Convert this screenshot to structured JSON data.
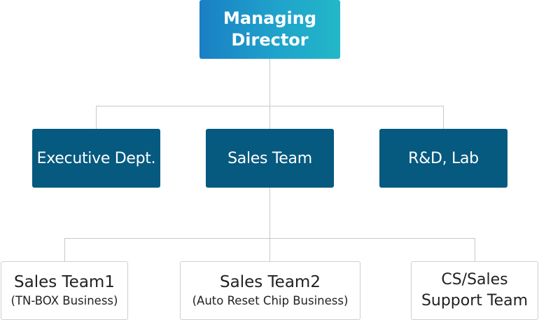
{
  "managing_director": {
    "line1": "Managing",
    "line2": "Director"
  },
  "departments": [
    {
      "label": "Executive Dept."
    },
    {
      "label": "Sales Team"
    },
    {
      "label": "R&D, Lab"
    }
  ],
  "sales_sub_teams": [
    {
      "title": "Sales Team1",
      "subtitle": "(TN-BOX Business)"
    },
    {
      "title": "Sales Team2",
      "subtitle": "(Auto Reset Chip Business)"
    },
    {
      "title_line1": "CS/Sales",
      "title_line2": "Support Team"
    }
  ]
}
